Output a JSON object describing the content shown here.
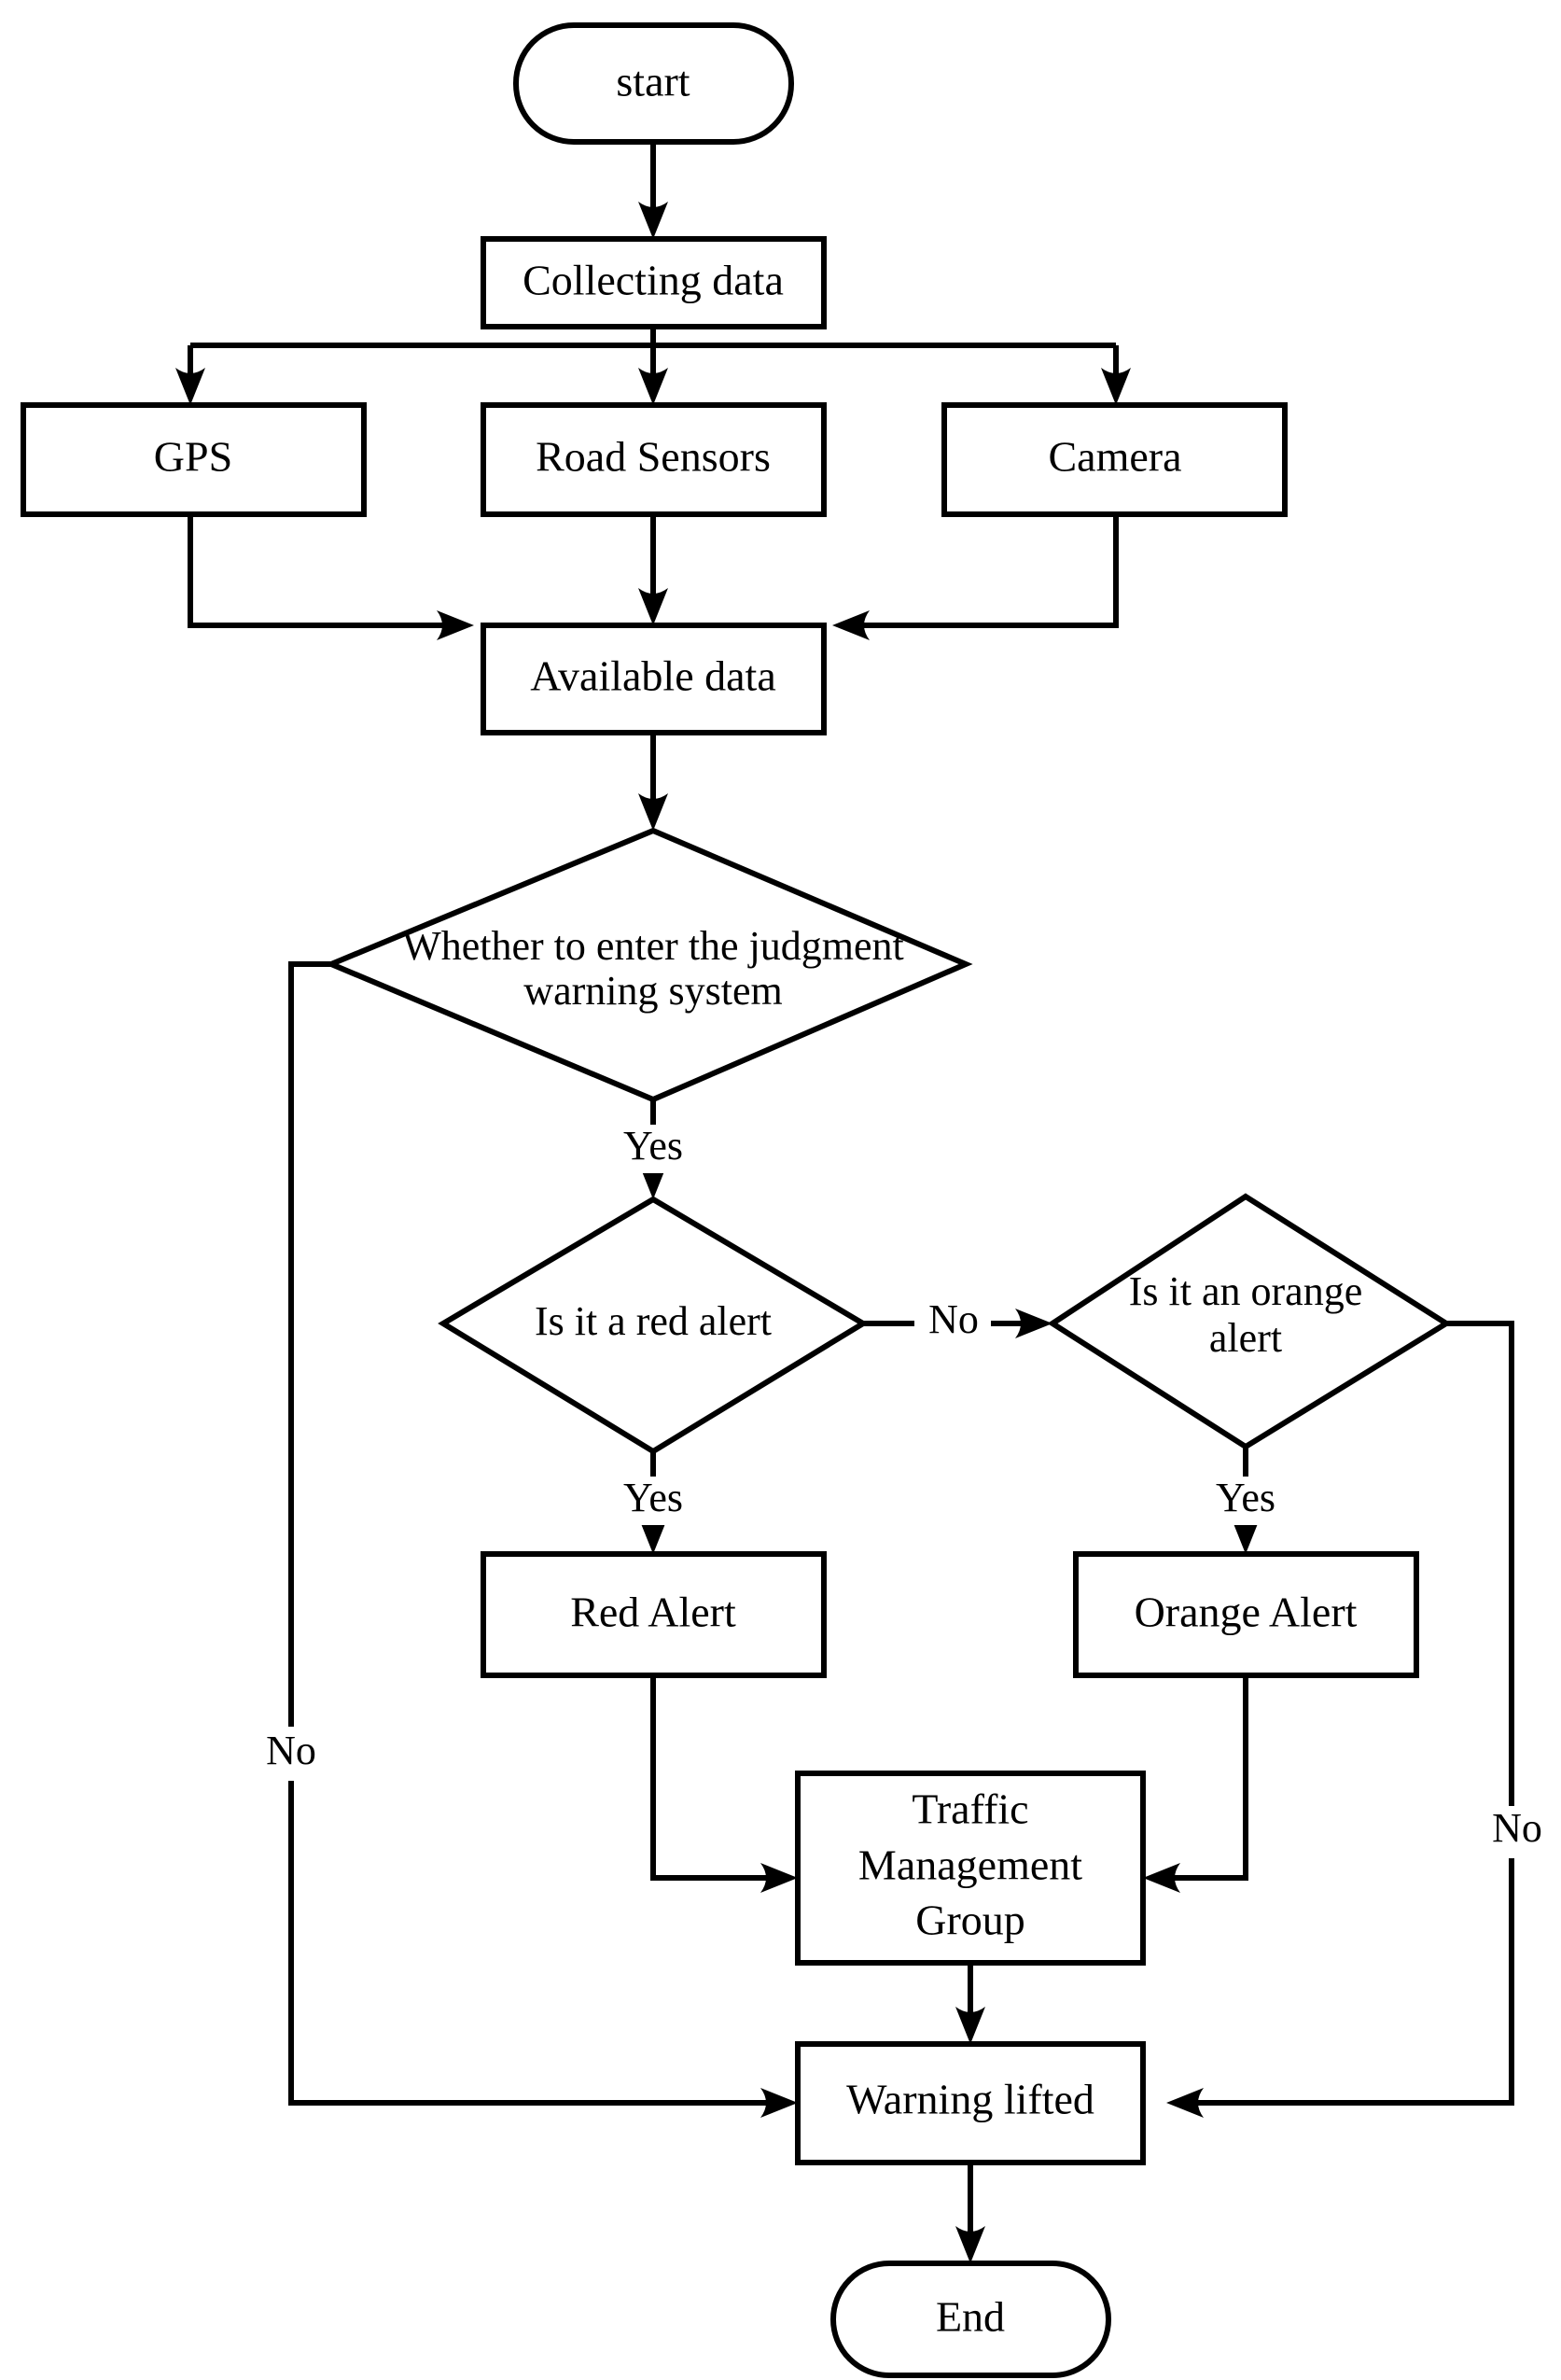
{
  "diagram": {
    "title": "Traffic judgment warning system flowchart",
    "type": "flowchart",
    "background_color": "#ffffff",
    "line_color": "#000000",
    "nodes": {
      "start": {
        "label": "start",
        "shape": "stadium"
      },
      "collecting_data": {
        "label": "Collecting data",
        "shape": "rectangle"
      },
      "gps": {
        "label": "GPS",
        "shape": "rectangle"
      },
      "road_sensors": {
        "label": "Road Sensors",
        "shape": "rectangle"
      },
      "camera": {
        "label": "Camera",
        "shape": "rectangle"
      },
      "available_data": {
        "label": "Available data",
        "shape": "rectangle"
      },
      "enter_warning_system": {
        "label_line1": "Whether to enter the judgment",
        "label_line2": "warning system",
        "shape": "diamond"
      },
      "is_red_alert": {
        "label": "Is it a red alert",
        "shape": "diamond"
      },
      "is_orange_alert": {
        "label_line1": "Is it an orange",
        "label_line2": "alert",
        "shape": "diamond"
      },
      "red_alert": {
        "label": "Red Alert",
        "shape": "rectangle"
      },
      "orange_alert": {
        "label": "Orange Alert",
        "shape": "rectangle"
      },
      "traffic_management_group": {
        "label_line1": "Traffic",
        "label_line2": "Management",
        "label_line3": "Group",
        "shape": "rectangle"
      },
      "warning_lifted": {
        "label": "Warning lifted",
        "shape": "rectangle"
      },
      "end": {
        "label": "End",
        "shape": "stadium"
      }
    },
    "edge_labels": {
      "enter_warning_yes": "Yes",
      "enter_warning_no": "No",
      "red_alert_yes": "Yes",
      "red_alert_no": "No",
      "orange_alert_yes": "Yes",
      "orange_alert_no": "No"
    },
    "edges": [
      {
        "from": "start",
        "to": "collecting_data",
        "label": ""
      },
      {
        "from": "collecting_data",
        "to": "gps",
        "label": ""
      },
      {
        "from": "collecting_data",
        "to": "road_sensors",
        "label": ""
      },
      {
        "from": "collecting_data",
        "to": "camera",
        "label": ""
      },
      {
        "from": "gps",
        "to": "available_data",
        "label": ""
      },
      {
        "from": "road_sensors",
        "to": "available_data",
        "label": ""
      },
      {
        "from": "camera",
        "to": "available_data",
        "label": ""
      },
      {
        "from": "available_data",
        "to": "enter_warning_system",
        "label": ""
      },
      {
        "from": "enter_warning_system",
        "to": "is_red_alert",
        "label": "Yes"
      },
      {
        "from": "enter_warning_system",
        "to": "warning_lifted",
        "label": "No"
      },
      {
        "from": "is_red_alert",
        "to": "red_alert",
        "label": "Yes"
      },
      {
        "from": "is_red_alert",
        "to": "is_orange_alert",
        "label": "No"
      },
      {
        "from": "is_orange_alert",
        "to": "orange_alert",
        "label": "Yes"
      },
      {
        "from": "is_orange_alert",
        "to": "warning_lifted",
        "label": "No"
      },
      {
        "from": "red_alert",
        "to": "traffic_management_group",
        "label": ""
      },
      {
        "from": "orange_alert",
        "to": "traffic_management_group",
        "label": ""
      },
      {
        "from": "traffic_management_group",
        "to": "warning_lifted",
        "label": ""
      },
      {
        "from": "warning_lifted",
        "to": "end",
        "label": ""
      }
    ]
  }
}
